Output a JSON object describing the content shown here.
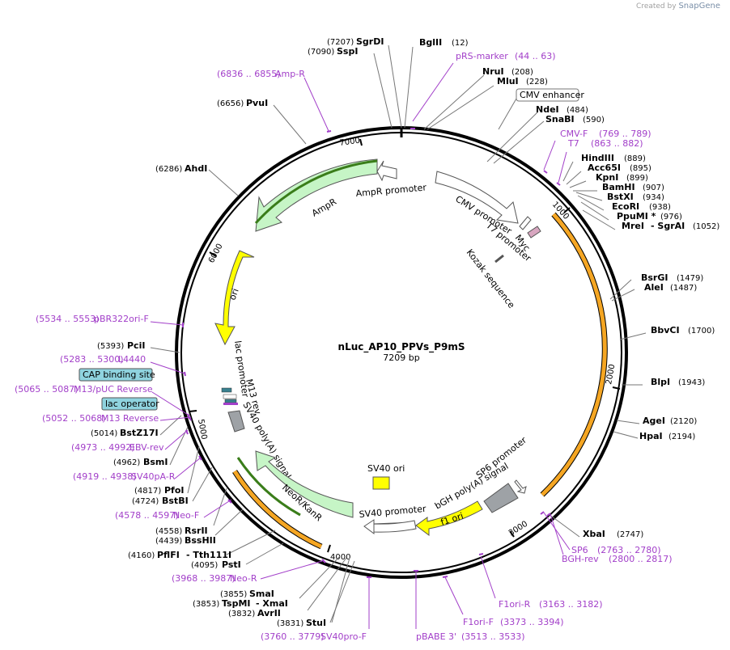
{
  "credit": {
    "prefix": "Created by",
    "brand": "SnapGene"
  },
  "plasmid": {
    "name": "nLuc_AP10_PPVs_P9mS",
    "length_label": "7209 bp"
  },
  "ticks": [
    "1000",
    "2000",
    "3000",
    "4000",
    "5000",
    "6000",
    "7000"
  ],
  "enzymes_left": [
    {
      "pos": "(7207)",
      "name": "SgrDI"
    },
    {
      "pos": "(7090)",
      "name": "SspI"
    },
    {
      "pos": "(6656)",
      "name": "PvuI"
    },
    {
      "pos": "(6286)",
      "name": "AhdI"
    },
    {
      "pos": "(5393)",
      "name": "PciI"
    },
    {
      "pos": "(5014)",
      "name": "BstZ17I"
    },
    {
      "pos": "(4962)",
      "name": "BsmI"
    },
    {
      "pos": "(4817)",
      "name": "PfoI"
    },
    {
      "pos": "(4724)",
      "name": "BstBI"
    },
    {
      "pos": "(4558)",
      "name": "RsrII"
    },
    {
      "pos": "(4439)",
      "name": "BssHII"
    },
    {
      "pos": "(4160)",
      "name": "PflFI",
      "extra": "- Tth111I"
    },
    {
      "pos": "(4095)",
      "name": "PstI"
    },
    {
      "pos": "(3855)",
      "name": "SmaI"
    },
    {
      "pos": "(3853)",
      "name": "TspMI",
      "extra": "- XmaI"
    },
    {
      "pos": "(3832)",
      "name": "AvrII"
    },
    {
      "pos": "(3831)",
      "name": "StuI"
    }
  ],
  "enzymes_right": [
    {
      "name": "BglII",
      "pos": "(12)"
    },
    {
      "name": "NruI",
      "pos": "(208)"
    },
    {
      "name": "MluI",
      "pos": "(228)"
    },
    {
      "name": "NdeI",
      "pos": "(484)"
    },
    {
      "name": "SnaBI",
      "pos": "(590)"
    },
    {
      "name": "HindIII",
      "pos": "(889)"
    },
    {
      "name": "Acc65I",
      "pos": "(895)"
    },
    {
      "name": "KpnI",
      "pos": "(899)"
    },
    {
      "name": "BamHI",
      "pos": "(907)"
    },
    {
      "name": "BstXI",
      "pos": "(934)"
    },
    {
      "name": "EcoRI",
      "pos": "(938)"
    },
    {
      "name": "PpuMI *",
      "pos": "(976)"
    },
    {
      "name": "MreI",
      "extra": "- SgrAI",
      "pos": "(1052)"
    },
    {
      "name": "BsrGI",
      "pos": "(1479)"
    },
    {
      "name": "AleI",
      "pos": "(1487)"
    },
    {
      "name": "BbvCI",
      "pos": "(1700)"
    },
    {
      "name": "BlpI",
      "pos": "(1943)"
    },
    {
      "name": "AgeI",
      "pos": "(2120)"
    },
    {
      "name": "HpaI",
      "pos": "(2194)"
    },
    {
      "name": "XbaI",
      "pos": "(2747)"
    }
  ],
  "primers": [
    {
      "name": "pRS-marker",
      "range": "(44 .. 63)"
    },
    {
      "name": "Amp-R",
      "range": "(6836 .. 6855)"
    },
    {
      "name": "CMV-F",
      "range": "(769 .. 789)"
    },
    {
      "name": "T7",
      "range": "(863 .. 882)"
    },
    {
      "name": "pBR322ori-F",
      "range": "(5534 .. 5553)"
    },
    {
      "name": "L4440",
      "range": "(5283 .. 5300)"
    },
    {
      "name": "M13/pUC Reverse",
      "range": "(5065 .. 5087)"
    },
    {
      "name": "M13 Reverse",
      "range": "(5052 .. 5068)"
    },
    {
      "name": "EBV-rev",
      "range": "(4973 .. 4992)"
    },
    {
      "name": "SV40pA-R",
      "range": "(4919 .. 4938)"
    },
    {
      "name": "Neo-F",
      "range": "(4578 .. 4597)"
    },
    {
      "name": "Neo-R",
      "range": "(3968 .. 3987)"
    },
    {
      "name": "SV40pro-F",
      "range": "(3760 .. 3779)"
    },
    {
      "name": "pBABE 3'",
      "range": "(3513 .. 3533)"
    },
    {
      "name": "F1ori-F",
      "range": "(3373 .. 3394)"
    },
    {
      "name": "F1ori-R",
      "range": "(3163 .. 3182)"
    },
    {
      "name": "SP6",
      "range": "(2763 .. 2780)"
    },
    {
      "name": "BGH-rev",
      "range": "(2800 .. 2817)"
    }
  ],
  "boxed_features": {
    "cmv_enhancer": "CMV enhancer",
    "cap_site": "CAP binding site",
    "lac_operator": "lac operator"
  },
  "features": {
    "ampr_promoter": "AmpR promoter",
    "ampr": "AmpR",
    "ori": "ori",
    "cmv_promoter": "CMV promoter",
    "t7_promoter": "T7 promoter",
    "myc": "Myc",
    "kozak": "Kozak sequence",
    "lac_promoter": "lac promoter",
    "m13_rev": "M13 rev",
    "sv40_polya": "SV40 poly(A) signal",
    "neor": "NeoR/KanR",
    "sv40_promoter": "SV40 promoter",
    "sv40_ori": "SV40 ori",
    "f1_ori": "f1 ori",
    "bgh_polya": "bGH poly(A) signal",
    "sp6_promoter": "SP6 promoter"
  },
  "colors": {
    "primer": "#a23fc9",
    "ampr_fill": "#c6f5c6",
    "ori_fill": "#ffff00",
    "orf_orange": "#f5a623",
    "grey_feature": "#9ea2a6",
    "cap_box": "#8fd3df"
  }
}
